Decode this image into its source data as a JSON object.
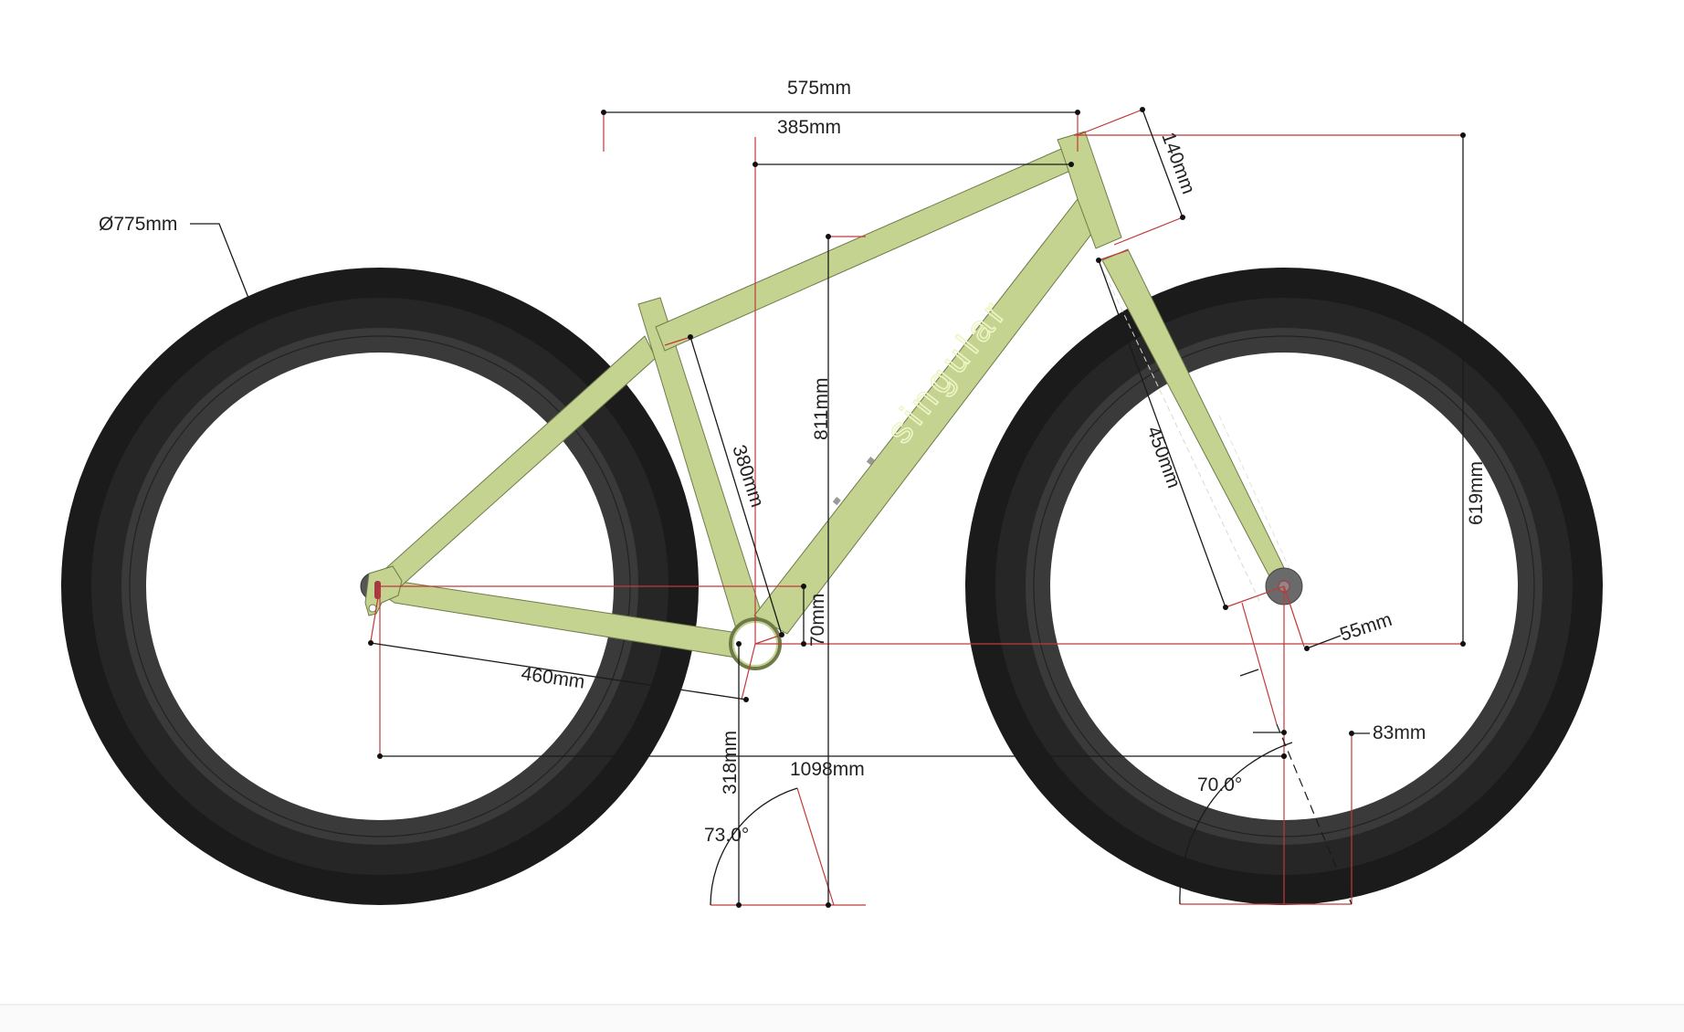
{
  "diagram": {
    "title": "Bicycle frame geometry drawing",
    "brand_logo": "singular",
    "colors": {
      "frame": "#c4d38f",
      "frame_outline": "#6e7a4a",
      "logo": "#eef5c6",
      "tire_outer": "#1b1b1b",
      "tire_mid": "#262626",
      "rim": "#3a3a3a",
      "dimension_line": "#1a1a1a",
      "reference_line": "#c0393b",
      "background": "#ffffff"
    },
    "dimensions": {
      "wheel_diameter": "Ø775mm",
      "reach_total": "575mm",
      "top_tube_reach": "385mm",
      "head_tube_length": "140mm",
      "stack": "811mm",
      "seat_tube_length": "380mm",
      "fork_length": "450mm",
      "front_stack": "619mm",
      "fork_offset": "55mm",
      "bb_drop": "70mm",
      "chainstay_length": "460mm",
      "bb_height": "318mm",
      "wheelbase": "1098mm",
      "trail": "83mm",
      "seat_tube_angle": "73.0°",
      "head_tube_angle": "70.0°"
    }
  }
}
